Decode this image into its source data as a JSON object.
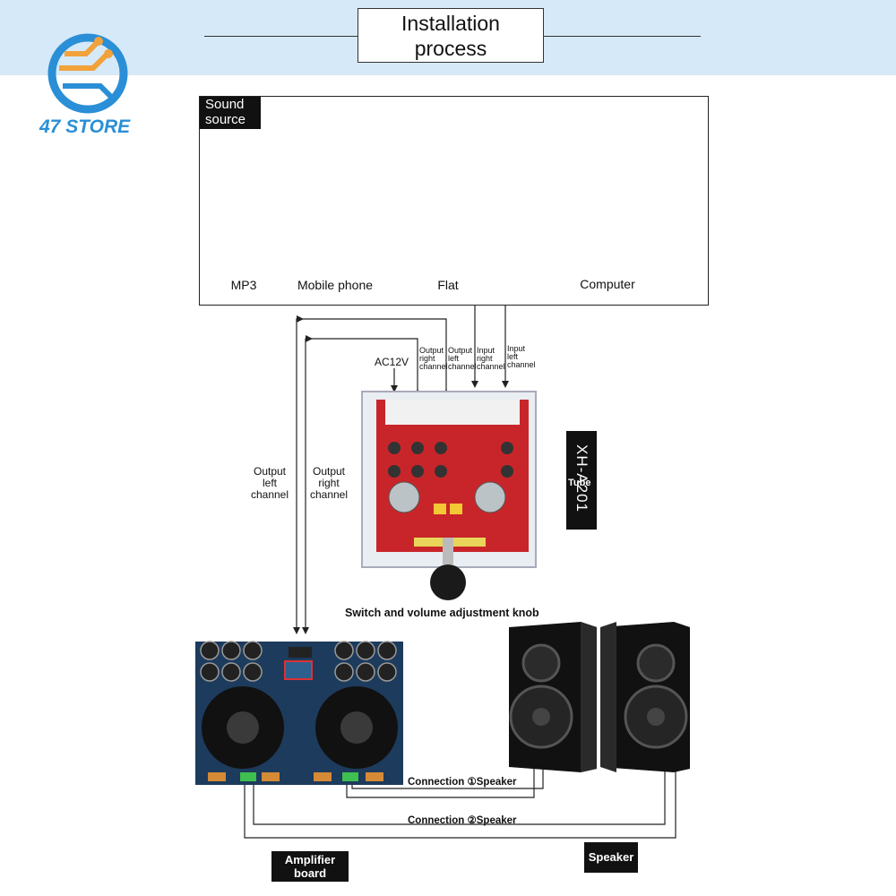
{
  "title": {
    "line1": "Installation",
    "line2": "process"
  },
  "brand": {
    "name": "47 STORE"
  },
  "sound_source": {
    "tag_line1": "Sound",
    "tag_line2": "source",
    "devices": [
      {
        "label": "MP3"
      },
      {
        "label": "Mobile phone"
      },
      {
        "label": "Flat"
      },
      {
        "label": "Computer"
      }
    ]
  },
  "preamp": {
    "power_label": "AC12V",
    "jack_labels": [
      {
        "l1": "Output",
        "l2": "right",
        "l3": "channel"
      },
      {
        "l1": "Output",
        "l2": "left",
        "l3": "channel"
      },
      {
        "l1": "Input",
        "l2": "right",
        "l3": "channel"
      },
      {
        "l1": "Input",
        "l2": "left",
        "l3": "channel"
      }
    ],
    "model_label": "XH-A201",
    "tube_label": "Tube",
    "knob_label": "Switch and volume adjustment knob"
  },
  "cables": {
    "left_out": {
      "l1": "Output",
      "l2": "left",
      "l3": "channel"
    },
    "right_out": {
      "l1": "Output",
      "l2": "right",
      "l3": "channel"
    }
  },
  "connections": {
    "speaker1": "Connection ①Speaker",
    "speaker2": "Connection ②Speaker"
  },
  "tags": {
    "amplifier_line1": "Amplifier",
    "amplifier_line2": "board",
    "speaker": "Speaker"
  },
  "colors": {
    "header_band": "#d6e9f8",
    "brand_blue": "#2a8fd6",
    "brand_orange": "#f2a23a",
    "pcb_red": "#c8252a",
    "pcb_blue": "#1d3b5c"
  }
}
